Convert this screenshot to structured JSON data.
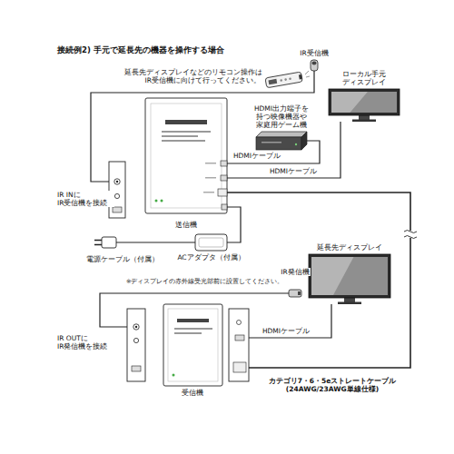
{
  "diagram": {
    "title": "接続例2) 手元で延長先の機器を操作する場合",
    "nodes": [
      {
        "text": [
          "IR受信機"
        ]
      },
      {
        "text": [
          "ローカル手元 ディスプレイ"
        ]
      },
      {
        "text": [
          "HDMI出力端子を 持つ映像機器や 家庭用ゲーム機"
        ]
      },
      {
        "text": [
          "送信機"
        ]
      },
      {
        "text": [
          "ACアダプタ（付属）"
        ]
      },
      {
        "text": [
          "延長先ディスプレイ"
        ]
      },
      {
        "text": [
          "IR発信機"
        ]
      },
      {
        "text": [
          "受信機"
        ]
      }
    ],
    "edges": [
      {
        "from": 2,
        "to": 3,
        "label": "HDMIケーブル",
        "arrow": "none"
      },
      {
        "from": 3,
        "to": 1,
        "label": "HDMIケーブル",
        "arrow": "none"
      },
      {
        "from": 0,
        "to": 3,
        "arrow": "none"
      },
      {
        "from": 4,
        "to": 3,
        "arrow": "none"
      },
      {
        "from": 3,
        "to": 7,
        "label": "カテゴリ7・6・5eストレートケーブル (24AWG/23AWG単線仕様)",
        "arrow": "none"
      },
      {
        "from": 7,
        "to": 5,
        "label": "HDMIケーブル",
        "arrow": "none"
      },
      {
        "from": 7,
        "to": 6,
        "arrow": "none"
      }
    ],
    "labels": [
      "延長先ディスプレイなどのリモコン操作は IR受信機に向けて行ってください。",
      "IR INに IR受信機を接続",
      "電源ケーブル（付属）",
      "※ディスプレイの赤外線受光部前に設置してください。",
      "IR OUTに IR発信機を接続"
    ]
  }
}
